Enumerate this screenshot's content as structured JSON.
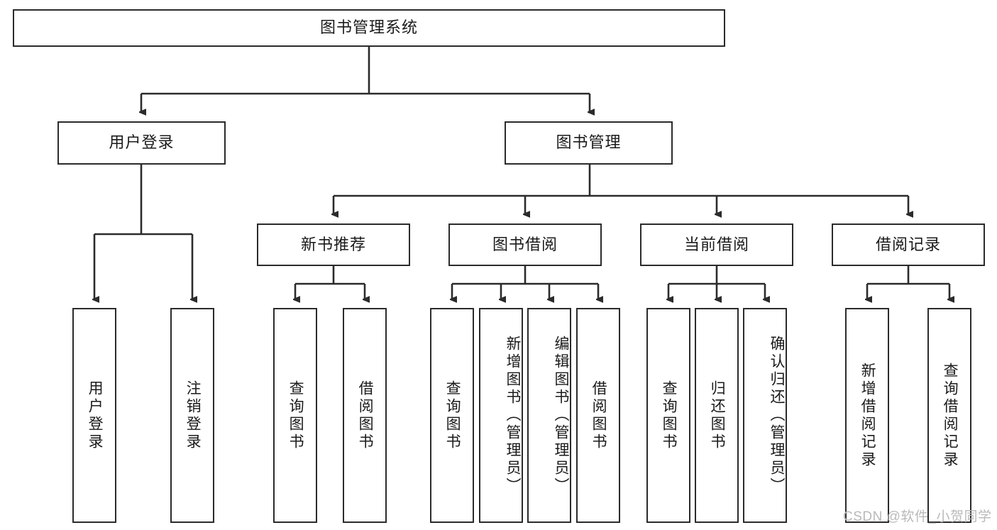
{
  "diagram": {
    "title": "图书管理系统",
    "type": "tree-hierarchy",
    "root": {
      "id": "root",
      "label": "图书管理系统"
    },
    "level2": [
      {
        "id": "user-login",
        "label": "用户登录"
      },
      {
        "id": "book-management",
        "label": "图书管理"
      }
    ],
    "level3": [
      {
        "id": "new-book-recommend",
        "label": "新书推荐",
        "parent": "book-management"
      },
      {
        "id": "book-borrow",
        "label": "图书借阅",
        "parent": "book-management"
      },
      {
        "id": "current-borrow",
        "label": "当前借阅",
        "parent": "book-management"
      },
      {
        "id": "borrow-record",
        "label": "借阅记录",
        "parent": "book-management"
      }
    ],
    "leaves": [
      {
        "id": "leaf-user-login",
        "label": "用户登录",
        "parent": "user-login"
      },
      {
        "id": "leaf-logout-login",
        "label": "注销登录",
        "parent": "user-login"
      },
      {
        "id": "leaf-query-book-1",
        "label": "查询图书",
        "parent": "new-book-recommend"
      },
      {
        "id": "leaf-borrow-book-1",
        "label": "借阅图书",
        "parent": "new-book-recommend"
      },
      {
        "id": "leaf-query-book-2",
        "label": "查询图书",
        "parent": "book-borrow"
      },
      {
        "id": "leaf-add-book",
        "label": "新增图书（管理员）",
        "parent": "book-borrow"
      },
      {
        "id": "leaf-edit-book",
        "label": "编辑图书（管理员）",
        "parent": "book-borrow"
      },
      {
        "id": "leaf-borrow-book-2",
        "label": "借阅图书",
        "parent": "book-borrow"
      },
      {
        "id": "leaf-query-book-3",
        "label": "查询图书",
        "parent": "current-borrow"
      },
      {
        "id": "leaf-return-book",
        "label": "归还图书",
        "parent": "current-borrow"
      },
      {
        "id": "leaf-confirm-return",
        "label": "确认归还（管理员）",
        "parent": "current-borrow"
      },
      {
        "id": "leaf-add-borrow-record",
        "label": "新增借阅记录",
        "parent": "borrow-record"
      },
      {
        "id": "leaf-query-borrow-record",
        "label": "查询借阅记录",
        "parent": "borrow-record"
      }
    ],
    "watermark": "CSDN @软件_小贺同学",
    "colors": {
      "border": "#2b2b2b",
      "background": "#ffffff",
      "text": "#1a1a1a",
      "connector": "#2b2b2b",
      "watermark": "#b9b9b9"
    }
  }
}
